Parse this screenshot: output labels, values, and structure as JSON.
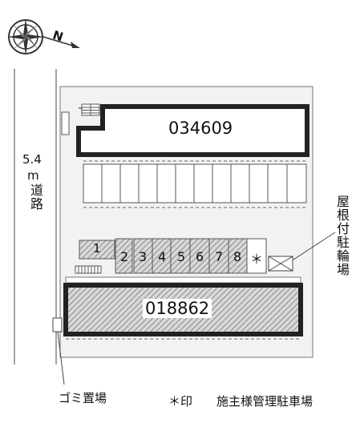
{
  "compass": {
    "north_label": "N",
    "icon": "compass-rose-icon"
  },
  "road": {
    "width_label": "5.4",
    "unit_label": "m",
    "name_chars": "道路"
  },
  "buildings": [
    {
      "id": "034609"
    },
    {
      "id": "018862"
    }
  ],
  "parking_spaces": [
    "1",
    "2",
    "3",
    "4",
    "5",
    "6",
    "7",
    "8",
    "＊"
  ],
  "labels": {
    "bicycle_parking": "屋根付駐輪場",
    "garbage": "ゴミ置場",
    "legend_mark": "＊印",
    "legend_text": "施主様管理駐車場"
  },
  "colors": {
    "building_border": "#222222",
    "lot_fill": "#f2f2f2",
    "hatch": "#999999"
  }
}
